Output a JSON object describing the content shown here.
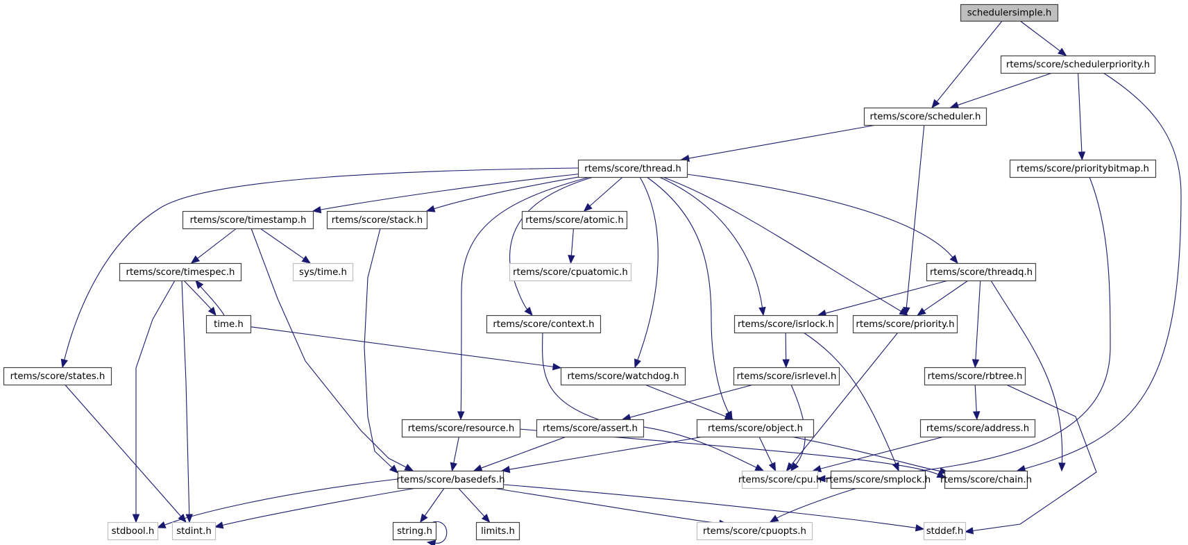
{
  "diagram": {
    "title": "schedulersimple.h include dependency graph",
    "colors": {
      "edge": "#191970",
      "root_fill": "#bfbfbf",
      "root_border": "#404040",
      "documented_fill": "#ffffff",
      "documented_border": "#404040",
      "external_fill": "#ffffff",
      "external_border": "#bfbfbf"
    },
    "nodes": [
      {
        "id": "schedulersimple",
        "label": "schedulersimple.h",
        "kind": "root"
      },
      {
        "id": "schedulerpriority",
        "label": "rtems/score/schedulerpriority.h",
        "kind": "documented"
      },
      {
        "id": "scheduler",
        "label": "rtems/score/scheduler.h",
        "kind": "documented"
      },
      {
        "id": "prioritybitmap",
        "label": "rtems/score/prioritybitmap.h",
        "kind": "documented"
      },
      {
        "id": "thread",
        "label": "rtems/score/thread.h",
        "kind": "documented"
      },
      {
        "id": "timestamp",
        "label": "rtems/score/timestamp.h",
        "kind": "documented"
      },
      {
        "id": "stack",
        "label": "rtems/score/stack.h",
        "kind": "documented"
      },
      {
        "id": "atomic",
        "label": "rtems/score/atomic.h",
        "kind": "documented"
      },
      {
        "id": "cpuatomic",
        "label": "rtems/score/cpuatomic.h",
        "kind": "external"
      },
      {
        "id": "timespec",
        "label": "rtems/score/timespec.h",
        "kind": "documented"
      },
      {
        "id": "systime",
        "label": "sys/time.h",
        "kind": "external"
      },
      {
        "id": "threadq",
        "label": "rtems/score/threadq.h",
        "kind": "documented"
      },
      {
        "id": "time",
        "label": "time.h",
        "kind": "documented"
      },
      {
        "id": "context",
        "label": "rtems/score/context.h",
        "kind": "documented"
      },
      {
        "id": "isrlock",
        "label": "rtems/score/isrlock.h",
        "kind": "documented"
      },
      {
        "id": "priority",
        "label": "rtems/score/priority.h",
        "kind": "documented"
      },
      {
        "id": "states",
        "label": "rtems/score/states.h",
        "kind": "documented"
      },
      {
        "id": "watchdog",
        "label": "rtems/score/watchdog.h",
        "kind": "documented"
      },
      {
        "id": "isrlevel",
        "label": "rtems/score/isrlevel.h",
        "kind": "documented"
      },
      {
        "id": "rbtree",
        "label": "rtems/score/rbtree.h",
        "kind": "documented"
      },
      {
        "id": "resource",
        "label": "rtems/score/resource.h",
        "kind": "documented"
      },
      {
        "id": "assert",
        "label": "rtems/score/assert.h",
        "kind": "documented"
      },
      {
        "id": "object",
        "label": "rtems/score/object.h",
        "kind": "documented"
      },
      {
        "id": "address",
        "label": "rtems/score/address.h",
        "kind": "documented"
      },
      {
        "id": "basedefs",
        "label": "rtems/score/basedefs.h",
        "kind": "documented"
      },
      {
        "id": "cpu",
        "label": "rtems/score/cpu.h",
        "kind": "external"
      },
      {
        "id": "smplock",
        "label": "rtems/score/smplock.h",
        "kind": "documented"
      },
      {
        "id": "chain",
        "label": "rtems/score/chain.h",
        "kind": "documented"
      },
      {
        "id": "stdbool",
        "label": "stdbool.h",
        "kind": "external"
      },
      {
        "id": "stdint",
        "label": "stdint.h",
        "kind": "external"
      },
      {
        "id": "string",
        "label": "string.h",
        "kind": "documented"
      },
      {
        "id": "limits",
        "label": "limits.h",
        "kind": "documented"
      },
      {
        "id": "cpuopts",
        "label": "rtems/score/cpuopts.h",
        "kind": "external"
      },
      {
        "id": "stddef",
        "label": "stddef.h",
        "kind": "external"
      }
    ],
    "edges": [
      {
        "from": "schedulersimple",
        "to": "schedulerpriority"
      },
      {
        "from": "schedulersimple",
        "to": "scheduler"
      },
      {
        "from": "schedulerpriority",
        "to": "scheduler"
      },
      {
        "from": "schedulerpriority",
        "to": "prioritybitmap"
      },
      {
        "from": "schedulerpriority",
        "to": "chain"
      },
      {
        "from": "scheduler",
        "to": "thread"
      },
      {
        "from": "scheduler",
        "to": "priority"
      },
      {
        "from": "prioritybitmap",
        "to": "cpu"
      },
      {
        "from": "thread",
        "to": "timestamp"
      },
      {
        "from": "thread",
        "to": "stack"
      },
      {
        "from": "thread",
        "to": "atomic"
      },
      {
        "from": "thread",
        "to": "states"
      },
      {
        "from": "thread",
        "to": "resource"
      },
      {
        "from": "thread",
        "to": "context"
      },
      {
        "from": "thread",
        "to": "watchdog"
      },
      {
        "from": "thread",
        "to": "object"
      },
      {
        "from": "thread",
        "to": "isrlock"
      },
      {
        "from": "thread",
        "to": "priority"
      },
      {
        "from": "thread",
        "to": "threadq"
      },
      {
        "from": "timestamp",
        "to": "timespec"
      },
      {
        "from": "timestamp",
        "to": "systime"
      },
      {
        "from": "timestamp",
        "to": "basedefs"
      },
      {
        "from": "stack",
        "to": "basedefs"
      },
      {
        "from": "atomic",
        "to": "cpuatomic"
      },
      {
        "from": "timespec",
        "to": "time"
      },
      {
        "from": "timespec",
        "to": "stdbool"
      },
      {
        "from": "timespec",
        "to": "stdint"
      },
      {
        "from": "time",
        "to": "timespec"
      },
      {
        "from": "time",
        "to": "watchdog"
      },
      {
        "from": "threadq",
        "to": "isrlock"
      },
      {
        "from": "threadq",
        "to": "priority"
      },
      {
        "from": "threadq",
        "to": "rbtree"
      },
      {
        "from": "threadq",
        "to": "chain"
      },
      {
        "from": "context",
        "to": "cpu"
      },
      {
        "from": "isrlock",
        "to": "isrlevel"
      },
      {
        "from": "isrlock",
        "to": "smplock"
      },
      {
        "from": "priority",
        "to": "cpu"
      },
      {
        "from": "states",
        "to": "stdint"
      },
      {
        "from": "watchdog",
        "to": "object"
      },
      {
        "from": "isrlevel",
        "to": "assert"
      },
      {
        "from": "isrlevel",
        "to": "cpu"
      },
      {
        "from": "rbtree",
        "to": "address"
      },
      {
        "from": "rbtree",
        "to": "stddef"
      },
      {
        "from": "resource",
        "to": "basedefs"
      },
      {
        "from": "resource",
        "to": "chain"
      },
      {
        "from": "assert",
        "to": "basedefs"
      },
      {
        "from": "object",
        "to": "basedefs"
      },
      {
        "from": "object",
        "to": "cpu"
      },
      {
        "from": "object",
        "to": "chain"
      },
      {
        "from": "address",
        "to": "cpu"
      },
      {
        "from": "basedefs",
        "to": "stdbool"
      },
      {
        "from": "basedefs",
        "to": "stdint"
      },
      {
        "from": "basedefs",
        "to": "string"
      },
      {
        "from": "basedefs",
        "to": "limits"
      },
      {
        "from": "basedefs",
        "to": "cpuopts"
      },
      {
        "from": "basedefs",
        "to": "stddef"
      },
      {
        "from": "smplock",
        "to": "cpuopts"
      },
      {
        "from": "string",
        "to": "string"
      }
    ]
  }
}
